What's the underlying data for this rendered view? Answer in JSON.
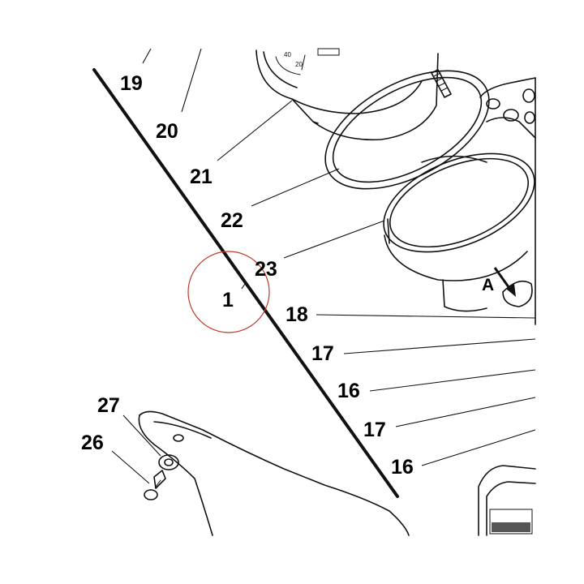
{
  "callouts": {
    "c1": "1",
    "c16a": "16",
    "c16b": "16",
    "c17a": "17",
    "c17b": "17",
    "c18": "18",
    "c19": "19",
    "c20": "20",
    "c21": "21",
    "c22": "22",
    "c23": "23",
    "c26": "26",
    "c27": "27",
    "detail_a": "A"
  },
  "gauge_ticks": {
    "t40": "40",
    "t20": "20"
  },
  "highlight_circle_color": "#c0392b"
}
